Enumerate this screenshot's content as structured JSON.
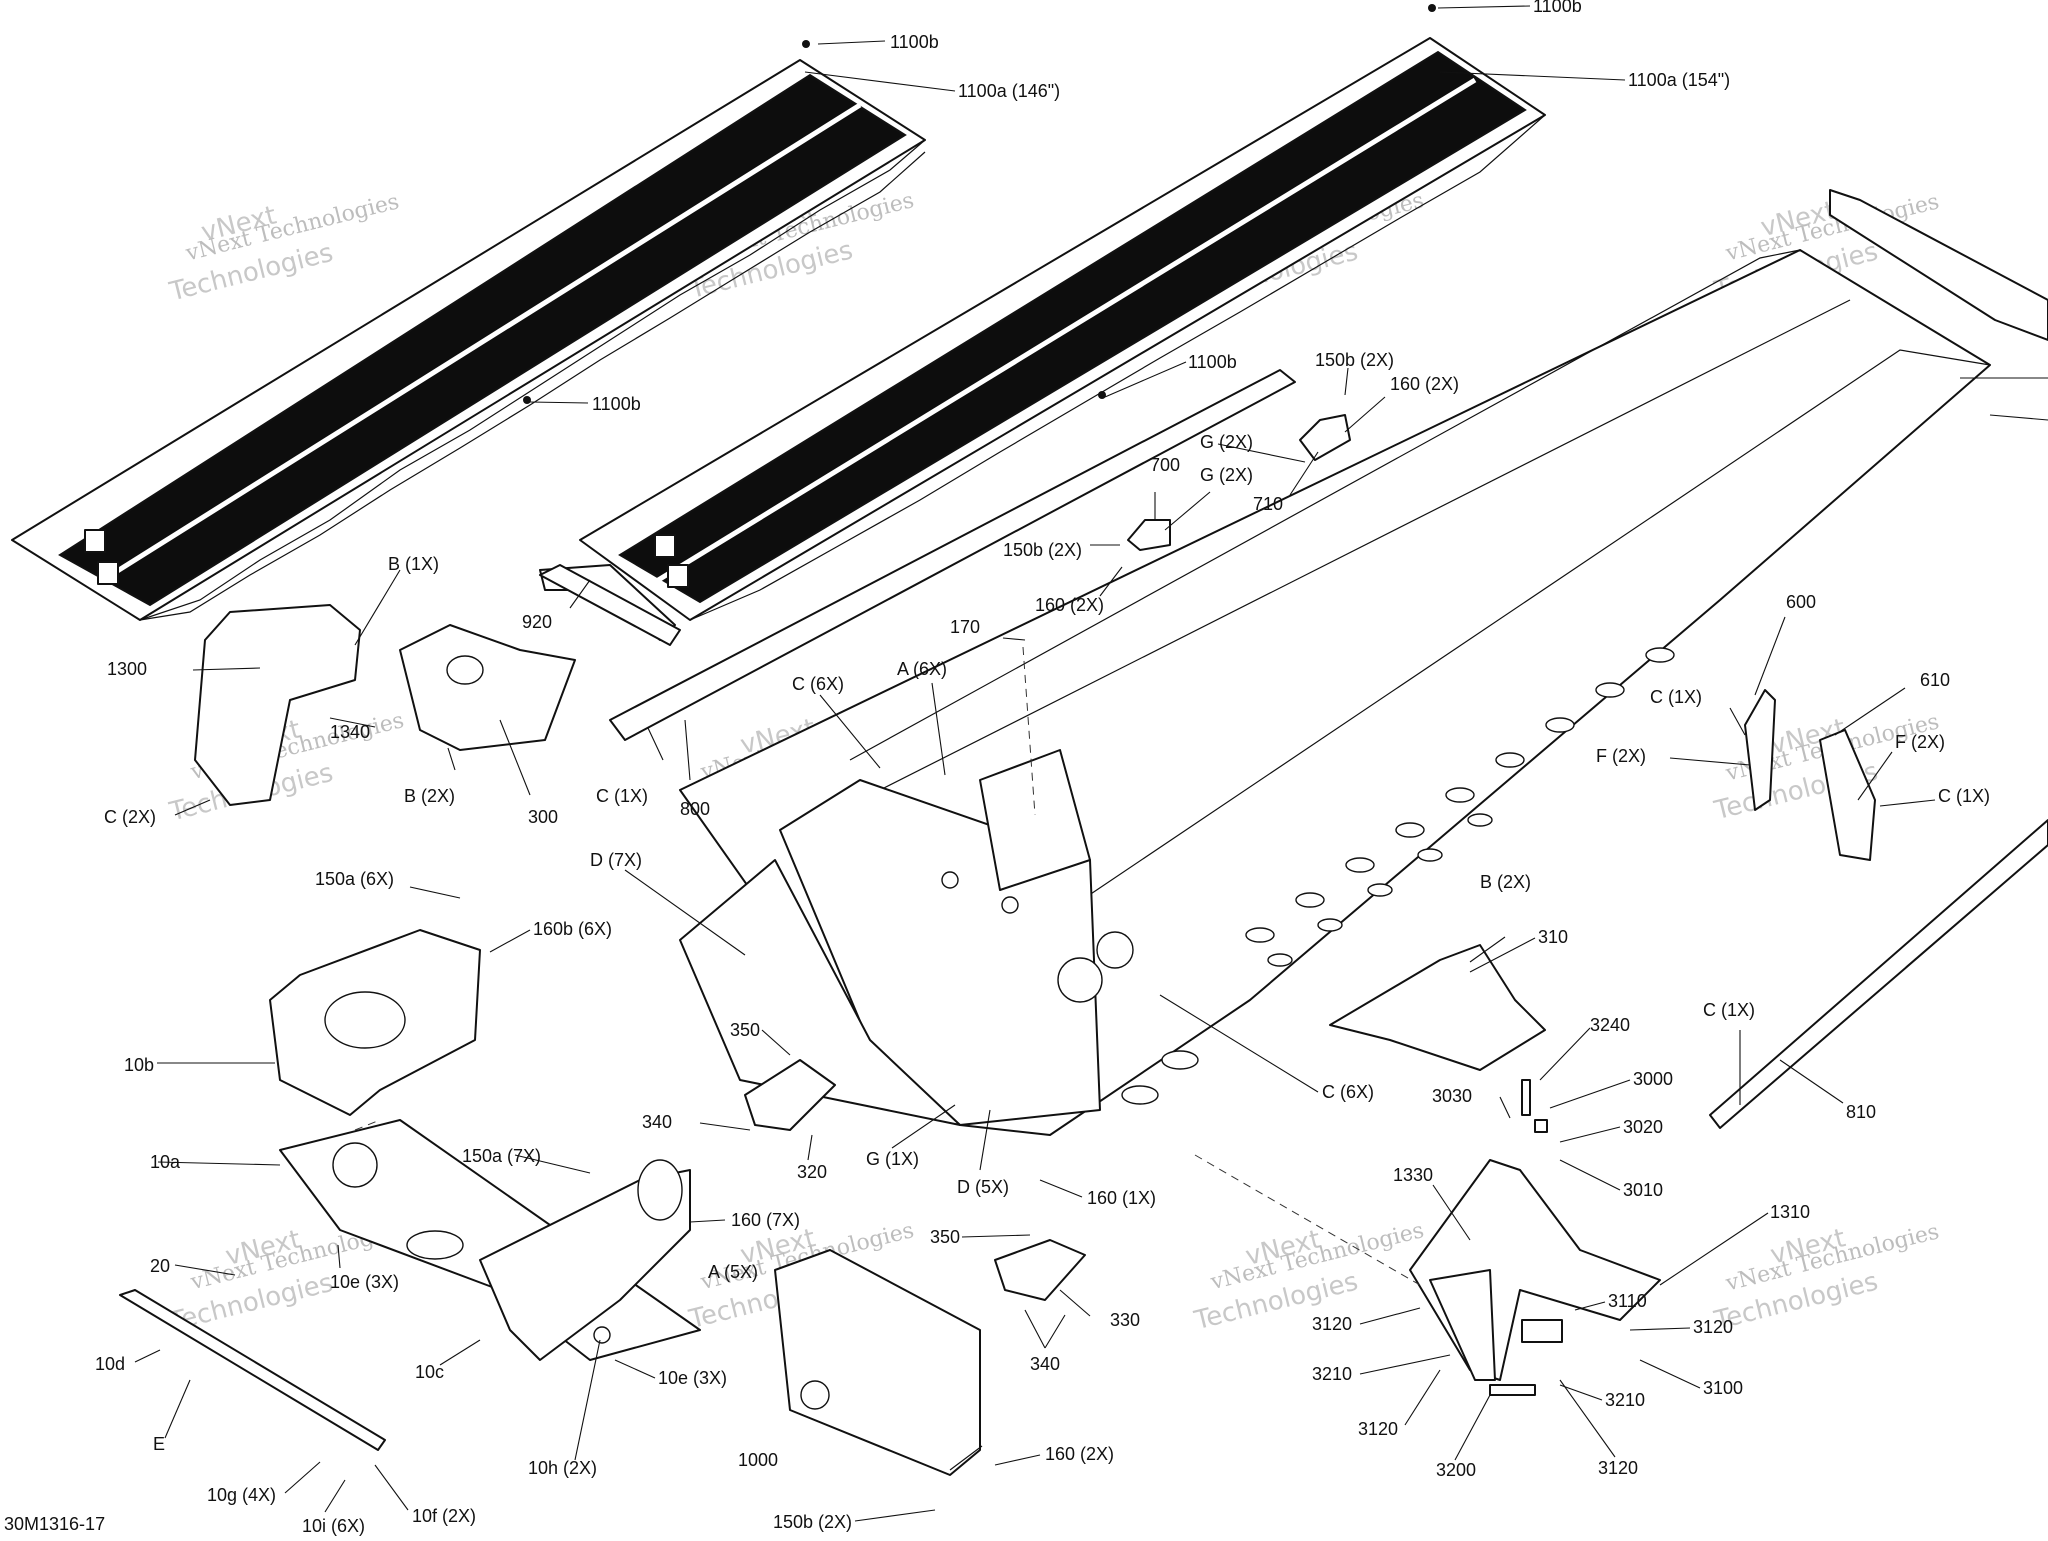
{
  "diagram": {
    "drawing_number": "30M1316-17",
    "watermark": {
      "line1": "vNext",
      "line2": "Technologies",
      "line3": "vNext Technologies"
    },
    "callouts": [
      "1100b",
      "1100a (146\")",
      "1100b",
      "1100b",
      "1100a (154\")",
      "1100b",
      "150b (2X)",
      "160 (2X)",
      "G (2X)",
      "710",
      "700",
      "G (2X)",
      "150b (2X)",
      "160 (2X)",
      "920",
      "B (1X)",
      "1300",
      "1340",
      "B (2X)",
      "300",
      "C (2X)",
      "170",
      "C (6X)",
      "A (6X)",
      "C (1X)",
      "800",
      "600",
      "610",
      "C (1X)",
      "F (2X)",
      "F (2X)",
      "C (1X)",
      "D (7X)",
      "150a (6X)",
      "160b (6X)",
      "10b",
      "B (2X)",
      "310",
      "C (6X)",
      "350",
      "340",
      "320",
      "G (1X)",
      "D (5X)",
      "160 (1X)",
      "3240",
      "3000",
      "3030",
      "3020",
      "3010",
      "C (1X)",
      "810",
      "10a",
      "150a (7X)",
      "160 (7X)",
      "20",
      "10e (3X)",
      "10d",
      "10c",
      "10e (3X)",
      "E",
      "10h (2X)",
      "10g (4X)",
      "10i (6X)",
      "10f (2X)",
      "350",
      "A (5X)",
      "330",
      "340",
      "1000",
      "160 (2X)",
      "150b (2X)",
      "1330",
      "1310",
      "3120",
      "3210",
      "3120",
      "3110",
      "3120",
      "3100",
      "3210",
      "3120",
      "3200",
      "3120"
    ]
  }
}
